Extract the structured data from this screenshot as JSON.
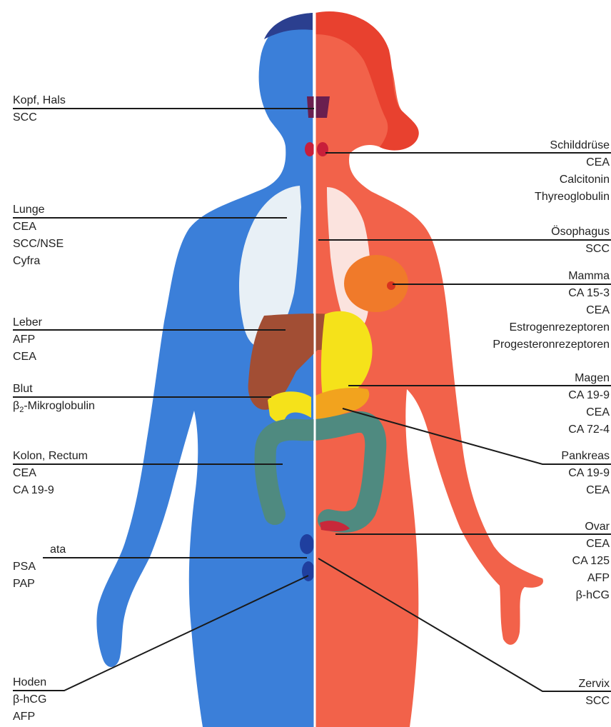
{
  "figure": {
    "colors": {
      "male_side": "#3b7fd9",
      "female_side": "#f2624a",
      "lung": "#e8f0f6",
      "liver": "#a24e34",
      "stomach": "#f5e21a",
      "pancreas": "#f2a31e",
      "colon": "#4f8a80",
      "thyroid": "#c81e3a",
      "breast": "#f07a2a",
      "leader_line": "#1a1a1a"
    }
  },
  "left_labels": {
    "kopf": {
      "head": "Kopf, Hals",
      "markers": [
        "SCC"
      ]
    },
    "lunge": {
      "head": "Lunge",
      "markers": [
        "CEA",
        "SCC/NSE",
        "Cyfra"
      ]
    },
    "leber": {
      "head": "Leber",
      "markers": [
        "AFP",
        "CEA"
      ]
    },
    "blut": {
      "head": "Blut",
      "prefix": "β",
      "subscript": "2",
      "marker_rest": "-Mikroglobulin"
    },
    "kolon": {
      "head": "Kolon, Rectum",
      "markers": [
        "CEA",
        "CA 19-9"
      ]
    },
    "prostata": {
      "head": "ata",
      "markers": [
        "PSA",
        "PAP"
      ]
    },
    "hoden": {
      "head": "Hoden",
      "markers": [
        "β-hCG",
        "AFP"
      ]
    }
  },
  "right_labels": {
    "schild": {
      "head": "Schilddrüse",
      "markers": [
        "CEA",
        "Calcitonin",
        "Thyreoglobulin"
      ]
    },
    "oeso": {
      "head": "Ösophagus",
      "markers": [
        "SCC"
      ]
    },
    "mamma": {
      "head": "Mamma",
      "markers": [
        "CA 15-3",
        "CEA",
        "Estrogenrezeptoren",
        "Progesteronrezeptoren"
      ]
    },
    "magen": {
      "head": "Magen",
      "markers": [
        "CA 19-9",
        "CEA",
        "CA 72-4"
      ]
    },
    "pankreas": {
      "head": "Pankreas",
      "markers": [
        "CA 19-9",
        "CEA"
      ]
    },
    "ovar": {
      "head": "Ovar",
      "markers": [
        "CEA",
        "CA 125",
        "AFP",
        "β-hCG"
      ]
    },
    "zervix": {
      "head": "Zervix",
      "markers": [
        "SCC"
      ]
    }
  }
}
